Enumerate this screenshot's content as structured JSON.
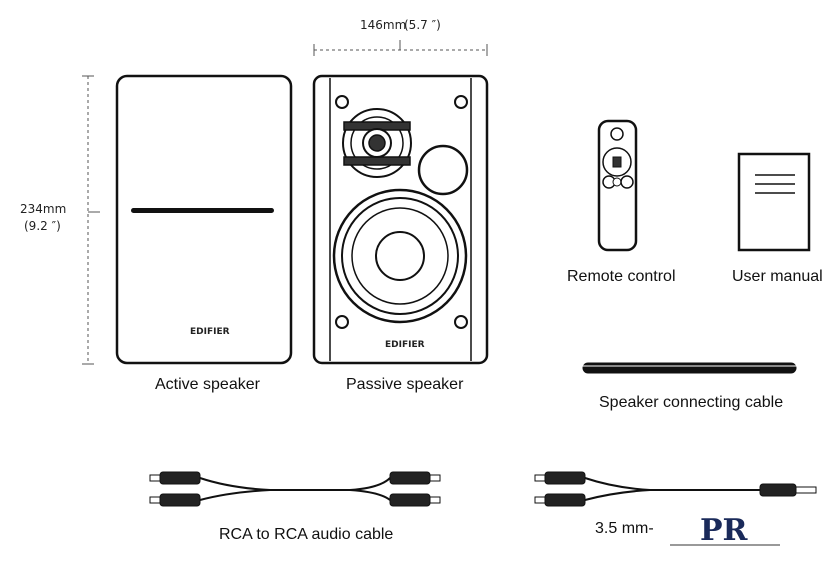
{
  "dimensions": {
    "width_label": "146mm",
    "width_inch": "(5.7 ″)",
    "height_label": "234mm",
    "height_inch": "(9.2 ″)"
  },
  "speakers": {
    "brand": "EDIFIER",
    "active_label": "Active speaker",
    "passive_label": "Passive speaker"
  },
  "accessories": {
    "remote_label": "Remote control",
    "manual_label": "User manual",
    "speaker_cable_label": "Speaker connecting cable",
    "rca_cable_label": "RCA to RCA audio cable",
    "aux_cable_label": "3.5 mm-"
  },
  "watermark": {
    "text": "PR",
    "icon": "pr-watermark-logo"
  }
}
